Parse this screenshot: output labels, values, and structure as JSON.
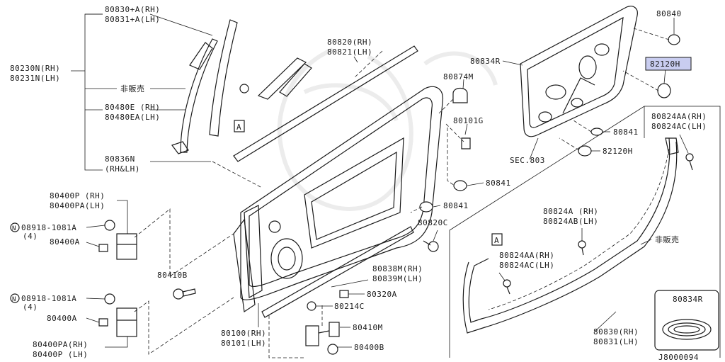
{
  "diagram_id": "J8000094",
  "labels": {
    "l80830": "80830+A(RH)",
    "l80831": "80831+A(LH)",
    "l80230": "80230N(RH)",
    "l80231": "80231N(LH)",
    "notsold1": "非販売",
    "l80480e": "80480E (RH)",
    "l80480ea": "80480EA(LH)",
    "l80836": "80836N",
    "l80836b": "(RH&LH)",
    "l80820": "80820(RH)",
    "l80821": "80821(LH)",
    "l80874": "80874M",
    "l80101g": "80101G",
    "l80841a": "80841",
    "l80841b": "80841",
    "l80820c": "80820C",
    "l80400p": "80400P (RH)",
    "l80400pa": "80400PA(LH)",
    "l08918a": "08918-1081A",
    "l08918a_q": "(4)",
    "l80400a1": "80400A",
    "l80410b": "80410B",
    "l08918b": "08918-1081A",
    "l08918b_q": "(4)",
    "l80400a2": "80400A",
    "l80400pa2": "80400PA(RH)",
    "l80400p2": "80400P (LH)",
    "l80838": "80838M(RH)",
    "l80839": "80839M(LH)",
    "l80320a": "80320A",
    "l80214c": "80214C",
    "l80410m": "80410M",
    "l80400b": "80400B",
    "l80100": "80100(RH)",
    "l80101": "80101(LH)",
    "l80834r": "80834R",
    "l80840": "80840",
    "l82120h_hi": "82120H",
    "l80841c": "80841",
    "l82120h": "82120H",
    "lsec": "SEC.803",
    "l80824aa": "80824AA(RH)",
    "l80824ac": "80824AC(LH)",
    "l80824a": "80824A (RH)",
    "l80824ab": "80824AB(LH)",
    "notsold2": "非販売",
    "l80824aa2": "80824AA(RH)",
    "l80824ac2": "80824AC(LH)",
    "l80830b": "80830(RH)",
    "l80831b": "80831(LH)",
    "l80834r_box": "80834R",
    "ref_a1": "A",
    "ref_a2": "A",
    "circle_n": "N"
  },
  "colors": {
    "line": "#1a1a1a",
    "highlight": "#c9cdf0",
    "watermark": "#ececec",
    "background": "#ffffff"
  }
}
